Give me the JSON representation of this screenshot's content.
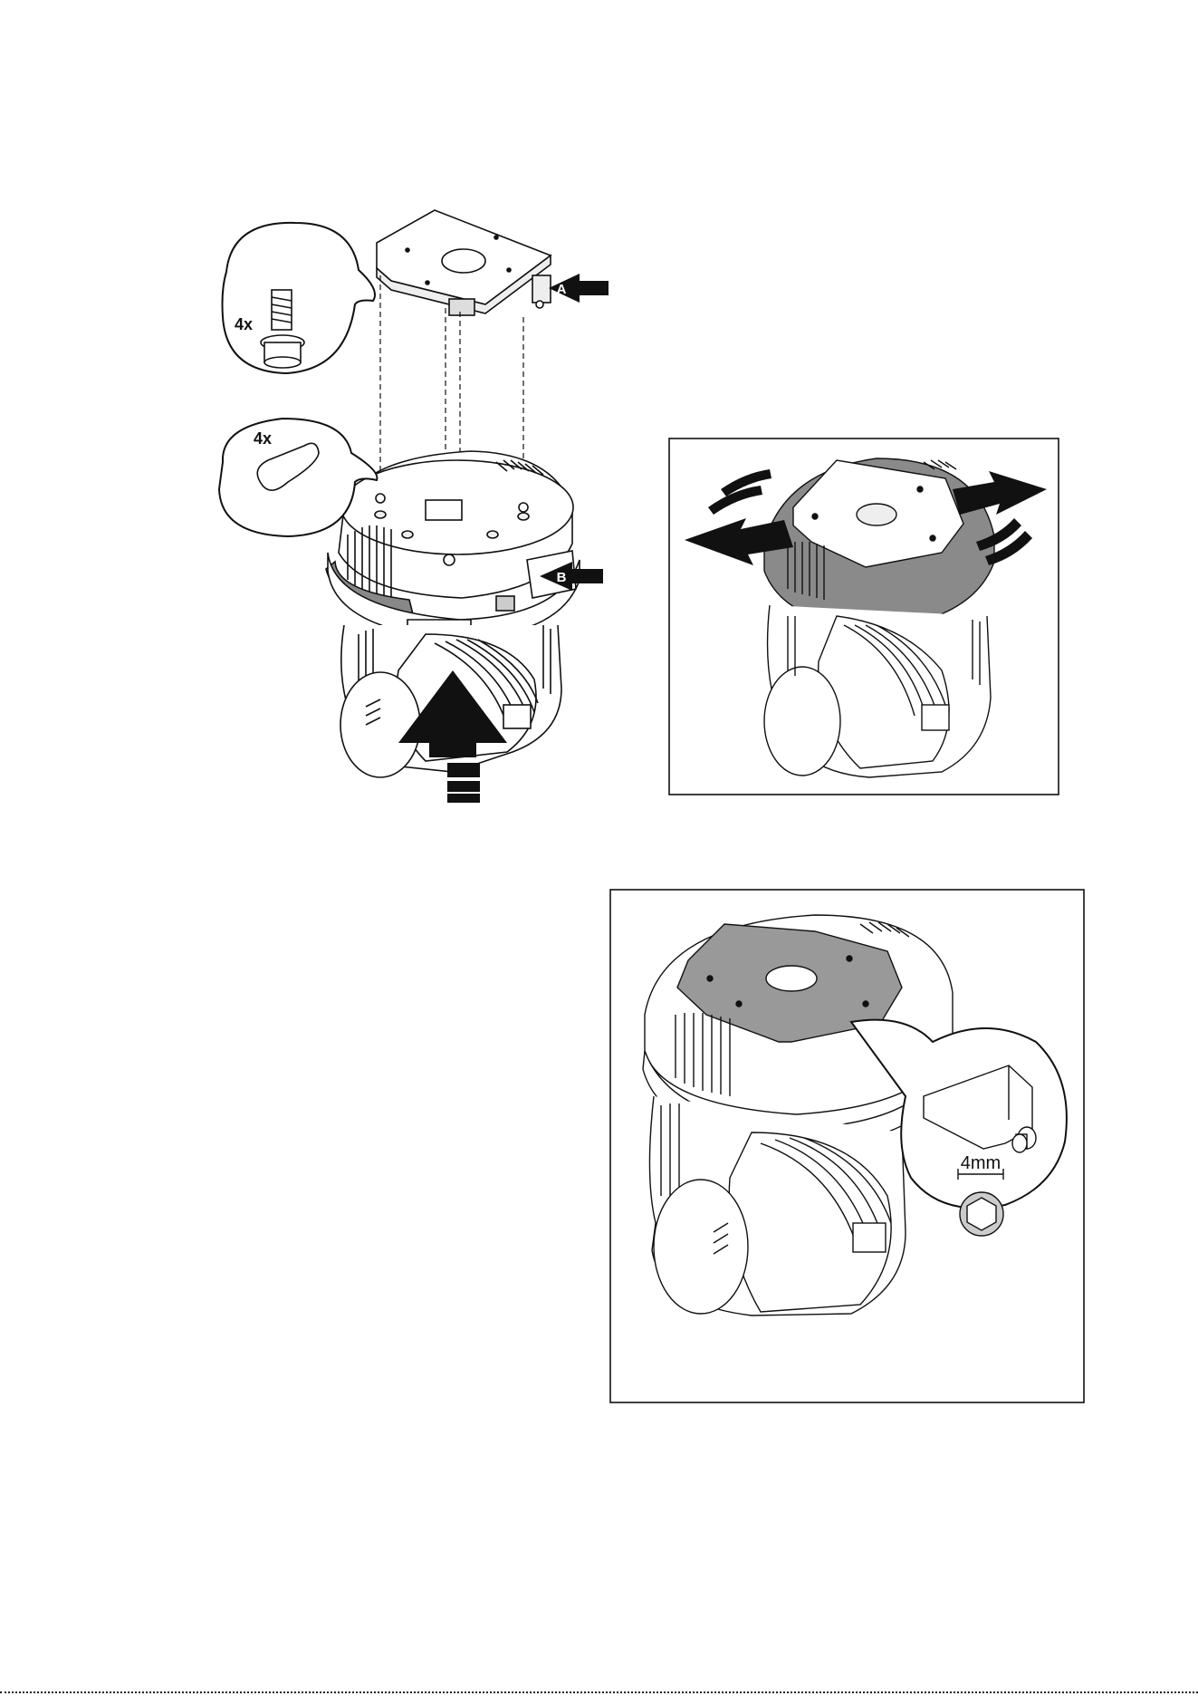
{
  "figure1": {
    "callout_bolts_qty": "4x",
    "callout_keyhole_qty": "4x",
    "arrow_a_label": "A",
    "arrow_b_label": "B"
  },
  "figure3": {
    "hex_key_size": "4mm"
  },
  "icons": [
    "bolt-icon",
    "keyhole-icon",
    "arrow-right-icon",
    "arrow-up-icon",
    "rotate-arrow-icon",
    "hex-key-icon"
  ]
}
